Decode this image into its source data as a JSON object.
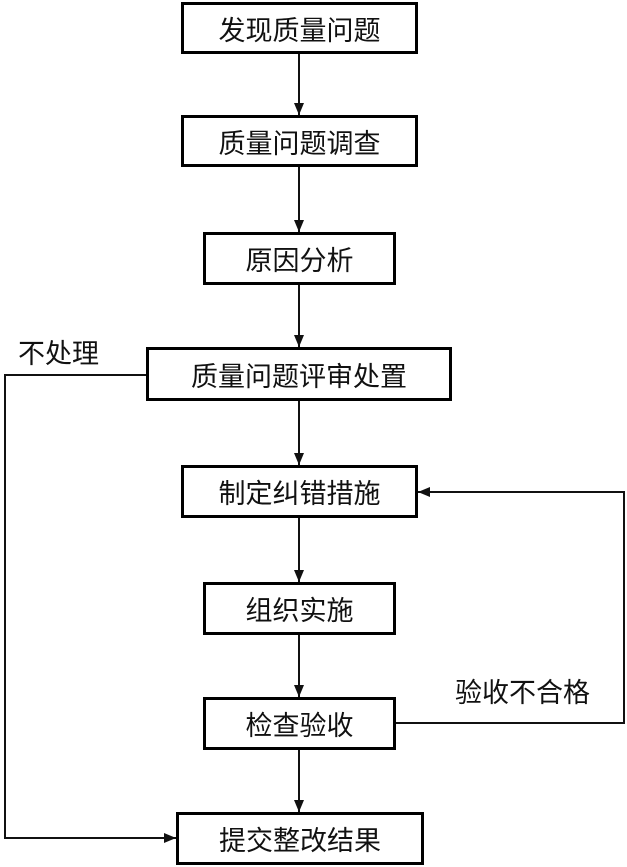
{
  "steps": [
    "发现质量问题",
    "质量问题调查",
    "原因分析",
    "质量问题评审处置",
    "制定纠错措施",
    "组织实施",
    "检查验收",
    "提交整改结果"
  ],
  "branch_labels": {
    "no_action": "不处理",
    "acceptance_failed": "验收不合格"
  }
}
